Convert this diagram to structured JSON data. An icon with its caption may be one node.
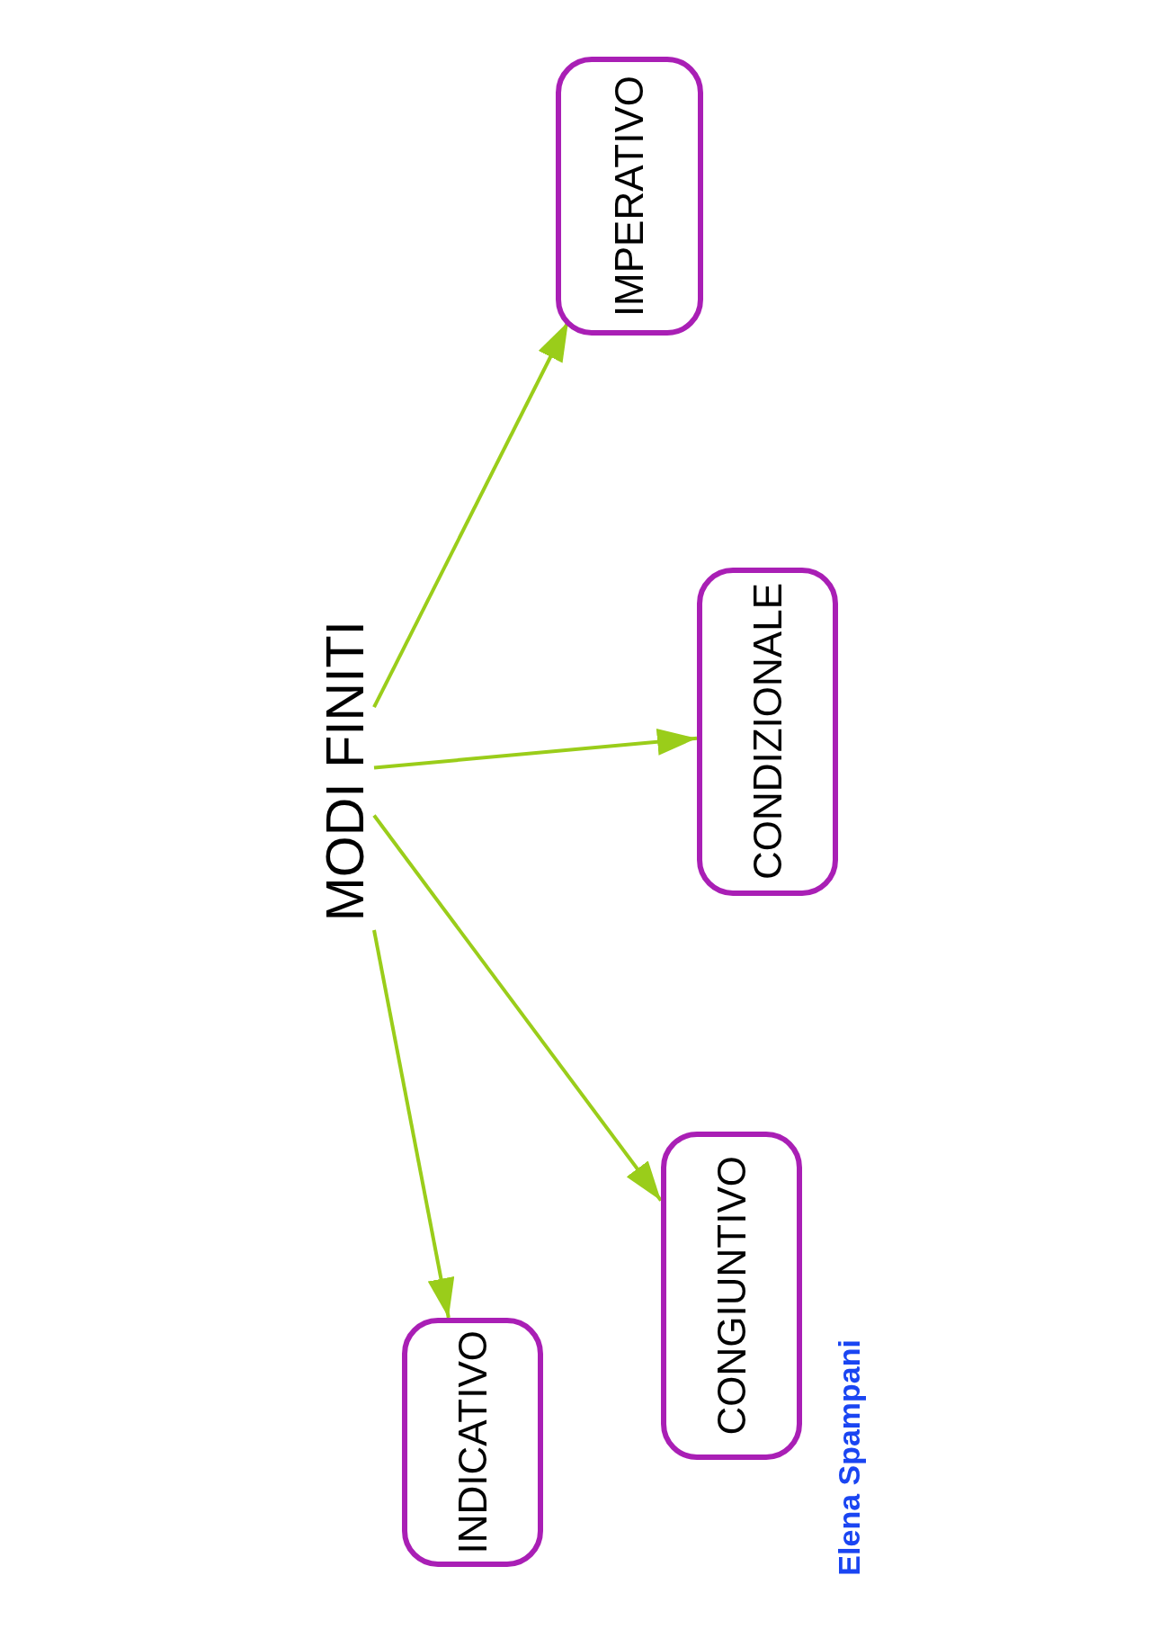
{
  "diagram": {
    "nodes": [
      {
        "text": [
          "MODI FINITI"
        ]
      },
      {
        "text": [
          "INDICATIVO"
        ]
      },
      {
        "text": [
          "CONGIUNTIVO"
        ]
      },
      {
        "text": [
          "CONDIZIONALE"
        ]
      },
      {
        "text": [
          "IMPERATIVO"
        ]
      }
    ],
    "edges": [
      {
        "from": 0,
        "to": 1,
        "arrow": "to"
      },
      {
        "from": 0,
        "to": 2,
        "arrow": "to"
      },
      {
        "from": 0,
        "to": 3,
        "arrow": "to"
      },
      {
        "from": 0,
        "to": 4,
        "arrow": "to"
      }
    ],
    "labels": [
      "Elena Spampani"
    ]
  }
}
